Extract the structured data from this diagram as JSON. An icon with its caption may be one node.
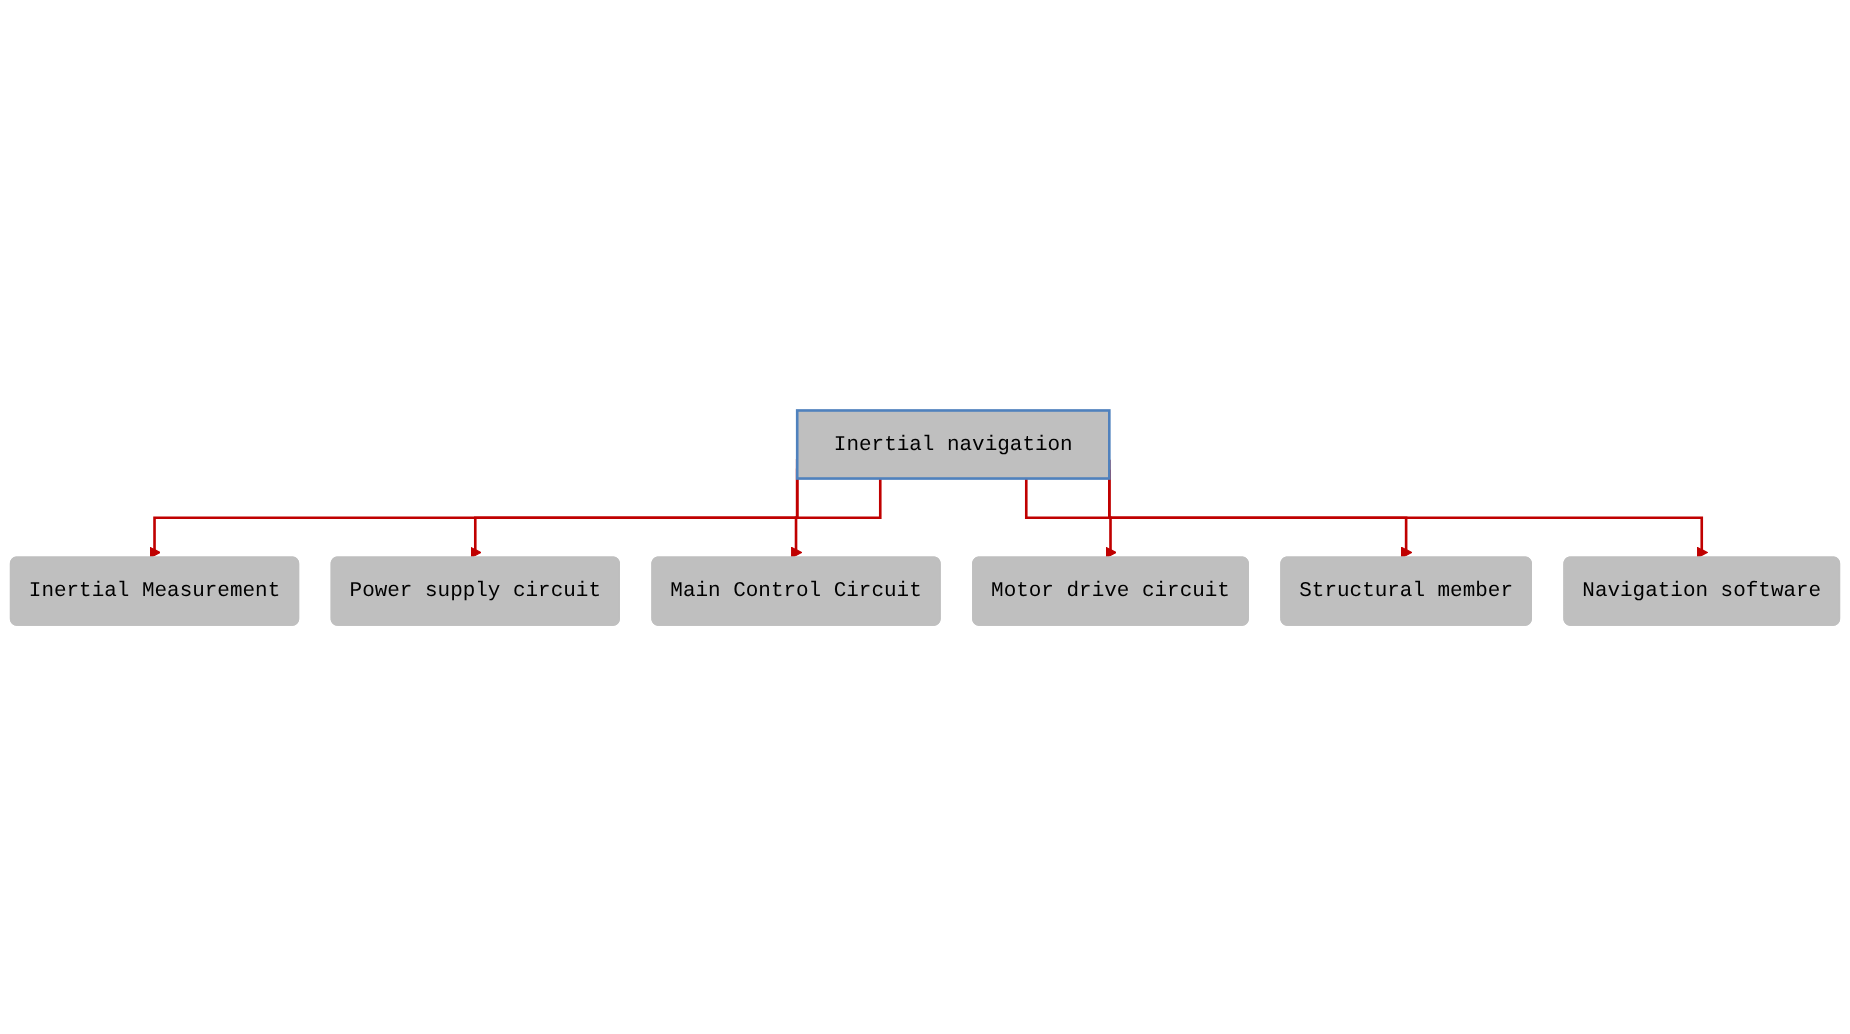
{
  "diagram": {
    "nodes": [
      {
        "text": [
          "Inertial navigation"
        ]
      },
      {
        "text": [
          "Inertial Measurement"
        ]
      },
      {
        "text": [
          "Power supply circuit"
        ]
      },
      {
        "text": [
          "Main Control Circuit"
        ]
      },
      {
        "text": [
          "Motor drive circuit"
        ]
      },
      {
        "text": [
          "Structural member"
        ]
      },
      {
        "text": [
          "Navigation software"
        ]
      }
    ],
    "edges": [
      {
        "from": 0,
        "to": 1,
        "arrow": "to"
      },
      {
        "from": 0,
        "to": 2,
        "arrow": "to"
      },
      {
        "from": 0,
        "to": 3,
        "arrow": "to"
      },
      {
        "from": 0,
        "to": 4,
        "arrow": "to"
      },
      {
        "from": 0,
        "to": 5,
        "arrow": "to"
      },
      {
        "from": 0,
        "to": 6,
        "arrow": "to"
      }
    ]
  }
}
